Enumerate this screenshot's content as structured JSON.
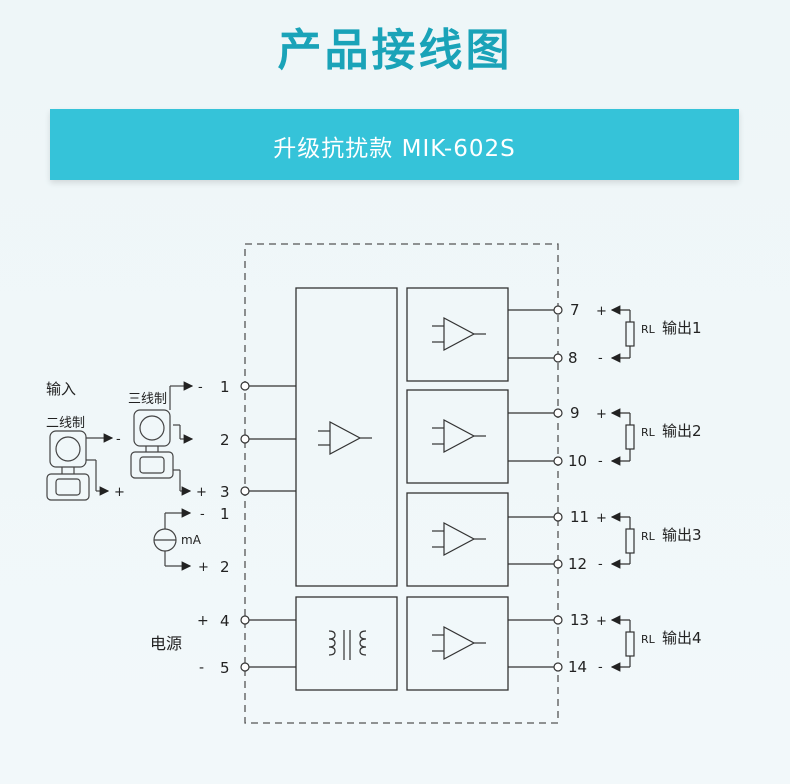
{
  "page_title": "产品接线图",
  "banner": {
    "text": "升级抗扰款  MIK-602S"
  },
  "colors": {
    "accent": "#1aa3b8",
    "banner": "#35c3d9",
    "line": "#333333"
  },
  "input": {
    "title": "输入",
    "two_wire_label": "二线制",
    "three_wire_label": "三线制",
    "ma_label": "mA",
    "signs": [
      "-",
      "+",
      "-",
      "+",
      "-",
      "+"
    ],
    "terminals": [
      "1",
      "2",
      "3",
      "1",
      "2"
    ]
  },
  "power": {
    "label": "电源",
    "terminals": [
      "4",
      "5"
    ],
    "signs": [
      "+",
      "-"
    ]
  },
  "outputs": [
    {
      "label": "输出1",
      "terminals": [
        "7",
        "8"
      ],
      "load": "RL"
    },
    {
      "label": "输出2",
      "terminals": [
        "9",
        "10"
      ],
      "load": "RL"
    },
    {
      "label": "输出3",
      "terminals": [
        "11",
        "12"
      ],
      "load": "RL"
    },
    {
      "label": "输出4",
      "terminals": [
        "13",
        "14"
      ],
      "load": "RL"
    }
  ],
  "output_signs": [
    "+",
    "-"
  ]
}
